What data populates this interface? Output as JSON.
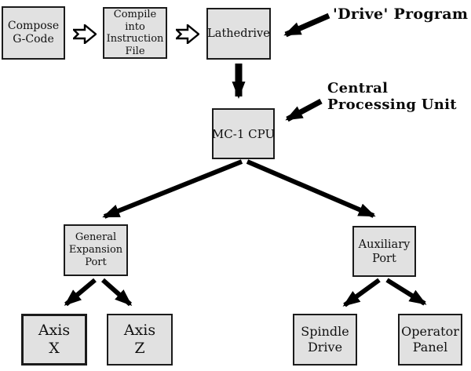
{
  "diagram": {
    "title_hint": "Lathe control system flowchart",
    "colors": {
      "background": "#ffffff",
      "box_fill": "#e1e1e1",
      "box_border": "#1b1b1b",
      "arrow": "#000000",
      "text": "#111111"
    },
    "nodes": {
      "compose": {
        "lines": [
          "Compose",
          "G-Code"
        ]
      },
      "compile": {
        "lines": [
          "Compile",
          "into",
          "Instruction",
          "File"
        ]
      },
      "lathedrive": {
        "lines": [
          "Lathedrive"
        ]
      },
      "cpu": {
        "lines": [
          "MC-1 CPU"
        ]
      },
      "gep": {
        "lines": [
          "General",
          "Expansion",
          "Port"
        ]
      },
      "aux": {
        "lines": [
          "Auxiliary",
          "Port"
        ]
      },
      "axis_x": {
        "lines": [
          "Axis",
          "X"
        ]
      },
      "axis_z": {
        "lines": [
          "Axis",
          "Z"
        ]
      },
      "spindle": {
        "lines": [
          "Spindle",
          "Drive"
        ]
      },
      "operator": {
        "lines": [
          "Operator",
          "Panel"
        ]
      }
    },
    "annotations": {
      "drive_program": {
        "text": "'Drive' Program"
      },
      "cpu_label": {
        "lines": [
          "Central",
          "Processing Unit"
        ]
      }
    },
    "connections": [
      "compose -> compile (hollow flow arrow)",
      "compile -> lathedrive (hollow flow arrow)",
      "drive_program label -> lathedrive",
      "lathedrive -> cpu",
      "cpu_label -> cpu",
      "cpu -> gep",
      "cpu -> aux",
      "gep -> axis_x",
      "gep -> axis_z",
      "aux -> spindle",
      "aux -> operator"
    ]
  }
}
